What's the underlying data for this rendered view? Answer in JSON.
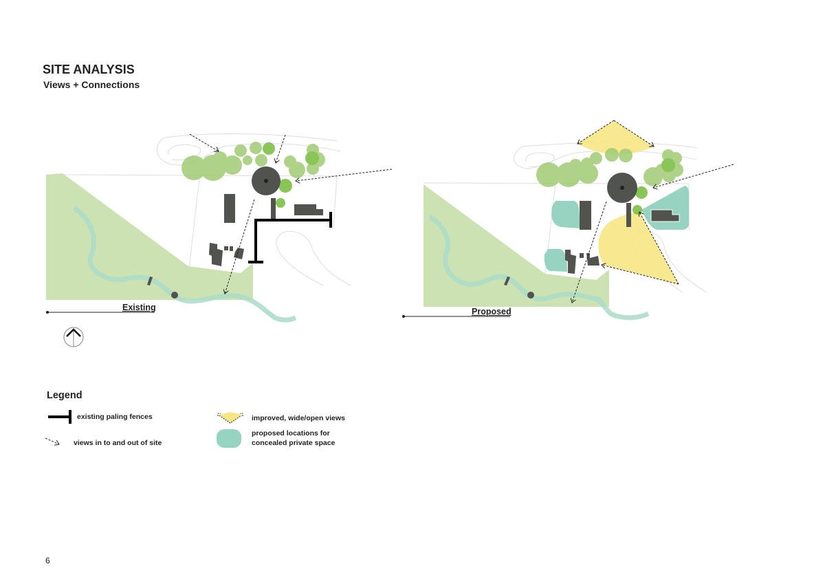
{
  "header": {
    "title": "SITE ANALYSIS",
    "subtitle": "Views + Connections"
  },
  "maps": [
    {
      "label": "Existing"
    },
    {
      "label": "Proposed"
    }
  ],
  "legend": {
    "title": "Legend",
    "items": [
      {
        "icon": "fence-icon",
        "label": "existing paling fences"
      },
      {
        "icon": "dashed-arrow-icon",
        "label": "views in to and out of site"
      },
      {
        "icon": "view-cone-icon",
        "label": "improved, wide/open views"
      },
      {
        "icon": "private-space-icon",
        "label_line1": "proposed locations for",
        "label_line2": "concealed private space"
      }
    ]
  },
  "page_number": "6",
  "colors": {
    "grass": "#cde2b2",
    "river": "#a9dcc8",
    "tree_light": "#9fcb74",
    "tree_dark": "#76bb3c",
    "building": "#51534f",
    "view": "#f7e684",
    "private": "#96d3c1"
  }
}
